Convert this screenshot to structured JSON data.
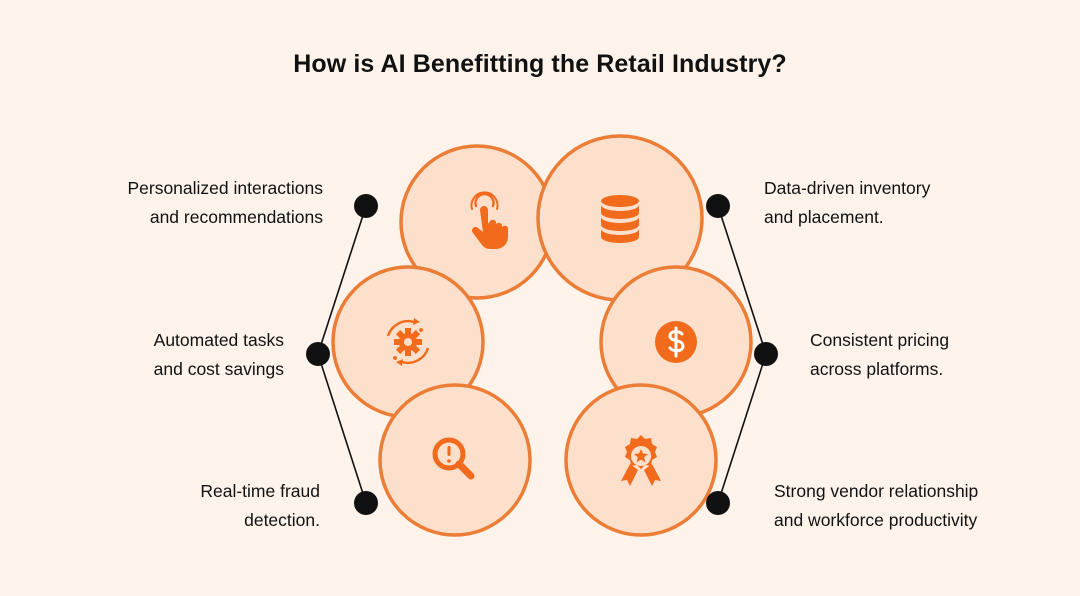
{
  "title": "How is AI Benefitting the Retail Industry?",
  "colors": {
    "background": "#fdf3eb",
    "circle_fill": "#fde0cb",
    "circle_stroke": "#ec7d36",
    "icon": "#f26a1b",
    "connector": "#111111"
  },
  "benefits": [
    {
      "icon": "tap-hand-icon",
      "lines": [
        "Personalized interactions",
        "and recommendations"
      ]
    },
    {
      "icon": "database-icon",
      "lines": [
        "Data-driven inventory",
        "and placement."
      ]
    },
    {
      "icon": "gear-cycle-icon",
      "lines": [
        "Automated tasks",
        "and cost savings"
      ]
    },
    {
      "icon": "dollar-coin-icon",
      "lines": [
        "Consistent pricing",
        "across platforms."
      ]
    },
    {
      "icon": "magnifier-alert-icon",
      "lines": [
        "Real-time fraud",
        "detection."
      ]
    },
    {
      "icon": "award-badge-icon",
      "lines": [
        "Strong vendor relationship",
        "and workforce productivity"
      ]
    }
  ]
}
